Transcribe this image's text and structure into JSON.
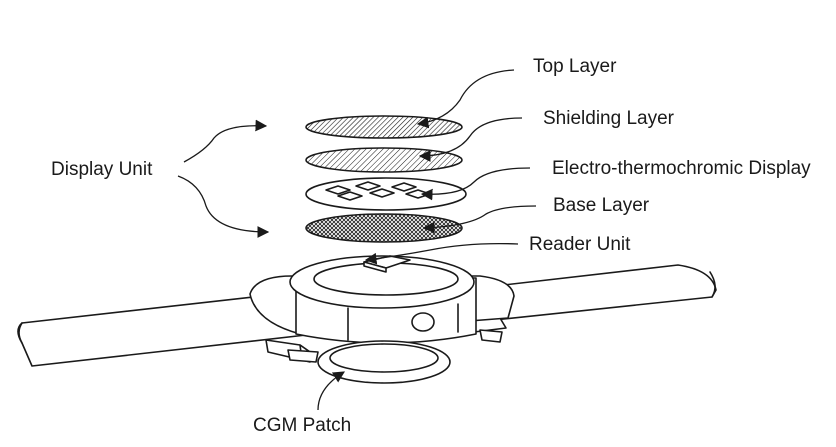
{
  "labels": {
    "top_layer": "Top Layer",
    "shielding_layer": "Shielding Layer",
    "electro_display": "Electro-thermochromic Display",
    "base_layer": "Base Layer",
    "reader_unit": "Reader Unit",
    "display_unit": "Display Unit",
    "cgm_patch": "CGM Patch"
  }
}
